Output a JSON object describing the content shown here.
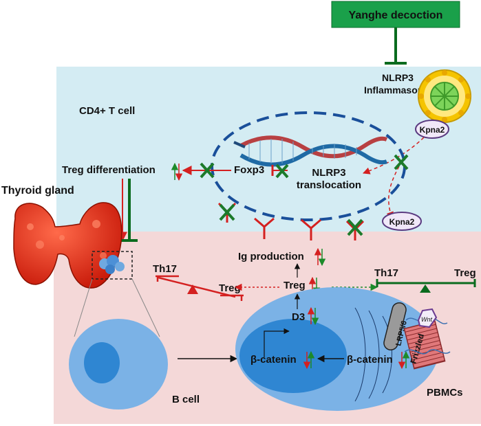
{
  "labels": {
    "drug": "Yanghe decoction",
    "nlrp3_line1": "NLRP3",
    "nlrp3_line2": "Inflammasome",
    "cd4": "CD4+ T cell",
    "kpna2_top": "Kpna2",
    "kpna2_bottom": "Kpna2",
    "treg_diff": "Treg differentiation",
    "foxp3": "Foxp3",
    "nlrp3_trans_line1": "NLRP3",
    "nlrp3_trans_line2": "translocation",
    "thyroid": "Thyroid gland",
    "ig_production": "Ig production",
    "th17_left": "Th17",
    "treg_left": "Treg",
    "treg_center": "Treg",
    "d3": "D3",
    "th17_right": "Th17",
    "treg_right": "Treg",
    "lrp": "LRP5/6",
    "wnt": "Wnt",
    "frizzled": "Frizzled",
    "bcat_nuc": "β-catenin",
    "bcat_cyto": "β-catenin",
    "bcell": "B cell",
    "pbmcs": "PBMCs"
  },
  "colors": {
    "cd4_region": "#d4ecf3",
    "pbmc_region": "#f4d8d8",
    "drug_box": "#1aa04a",
    "inhibit_green": "#0a6b1e",
    "up_red": "#d42020",
    "down_green": "#1c8a2a",
    "dna_red": "#b84042",
    "dna_blue": "#1f6aa5",
    "cell_blue": "#6fa9e0",
    "nucleus_blue": "#2f86d2",
    "kpna2_outline": "#5a3a80",
    "inflammasome_outer": "#f5c400",
    "inflammasome_inner": "#7dd45a"
  }
}
